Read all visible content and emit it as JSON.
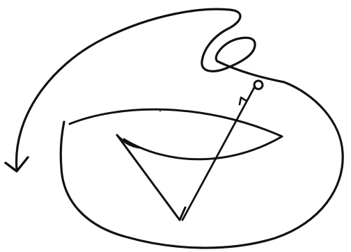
{
  "drawing": {
    "style": "hand-drawn ink sketch on white paper",
    "ink_color": "#111111",
    "background_color": "#ffffff",
    "strokes": [
      "large-looping-outline-stroke",
      "upper-right-hook-loop",
      "arrowhead-left",
      "lens-shaped-bowl",
      "triangle-cone",
      "diagonal-pointer-line",
      "small-circle-marker",
      "small-arrow-tick"
    ]
  }
}
